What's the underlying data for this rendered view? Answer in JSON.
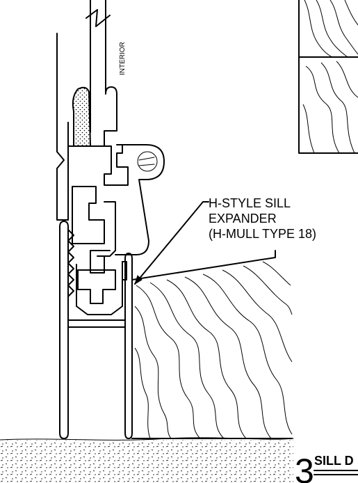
{
  "labels": {
    "interior": "INTERIOR",
    "callout_line1": "H-STYLE SILL",
    "callout_line2": "EXPANDER",
    "callout_line3": "(H-MULL TYPE 18)",
    "detail_number": "3",
    "detail_title": "SILL D"
  }
}
